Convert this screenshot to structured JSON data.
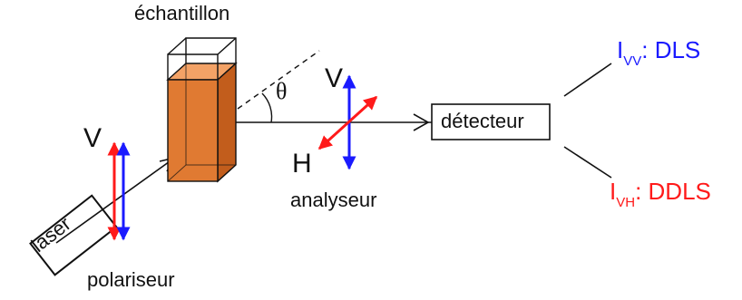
{
  "labels": {
    "sample": "échantillon",
    "angle": "θ",
    "analyzer_v": "V",
    "analyzer_h": "H",
    "analyzer": "analyseur",
    "detector": "détecteur",
    "polarizer_v": "V",
    "polarizer": "polariseur",
    "laser": "laser"
  },
  "outputs": {
    "vv": {
      "symbol": "I",
      "subscript": "VV",
      "text": ": DLS",
      "color": "#1a1aff"
    },
    "vh": {
      "symbol": "I",
      "subscript": "VH",
      "text": ": DDLS",
      "color": "#ff1a1a"
    }
  },
  "colors": {
    "vertical_polarization": "#1a1aff",
    "horizontal_polarization": "#ff1a1a",
    "sample_fill": "#e07a32",
    "beam": "#111111"
  }
}
